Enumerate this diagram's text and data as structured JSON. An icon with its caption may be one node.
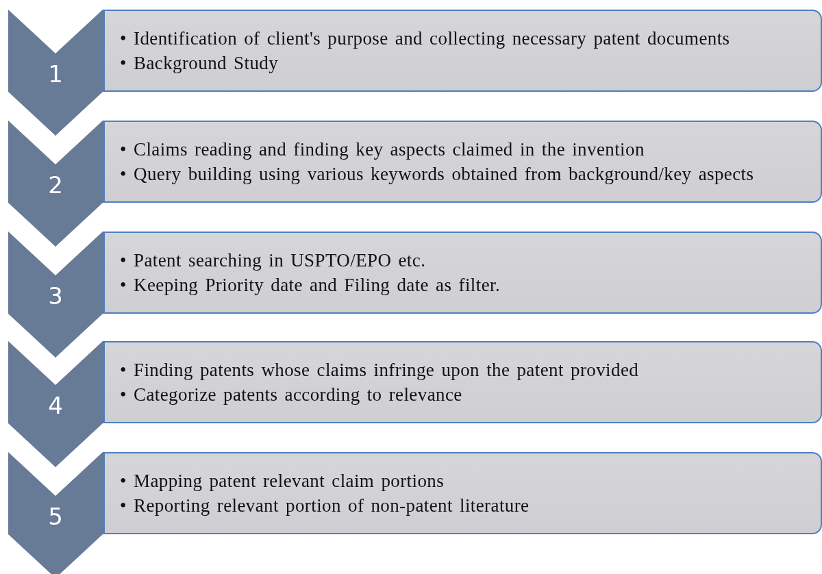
{
  "diagram": {
    "nodes": [
      {
        "text": [
          "1"
        ]
      },
      {
        "text": [
          "• Identification of client's purpose and collecting necessary patent documents",
          "• Background Study"
        ]
      },
      {
        "text": [
          "2"
        ]
      },
      {
        "text": [
          "• Claims reading and finding key aspects claimed in the invention",
          "• Query building using various keywords obtained from background/key aspects"
        ]
      },
      {
        "text": [
          "3"
        ]
      },
      {
        "text": [
          "• Patent searching in USPTO/EPO etc.",
          "• Keeping Priority date and Filing date as filter."
        ]
      },
      {
        "text": [
          "4"
        ]
      },
      {
        "text": [
          "• Finding patents whose claims infringe upon the patent provided",
          "• Categorize patents according to relevance"
        ]
      },
      {
        "text": [
          "5"
        ]
      },
      {
        "text": [
          "• Mapping patent relevant claim portions",
          "• Reporting relevant portion of non-patent literature"
        ]
      }
    ],
    "edges": [
      {
        "from": 0,
        "to": 2,
        "arrow": "to"
      },
      {
        "from": 2,
        "to": 4,
        "arrow": "to"
      },
      {
        "from": 4,
        "to": 6,
        "arrow": "to"
      },
      {
        "from": 6,
        "to": 8,
        "arrow": "to"
      },
      {
        "from": 8,
        "to": null,
        "arrow": "to"
      }
    ]
  }
}
